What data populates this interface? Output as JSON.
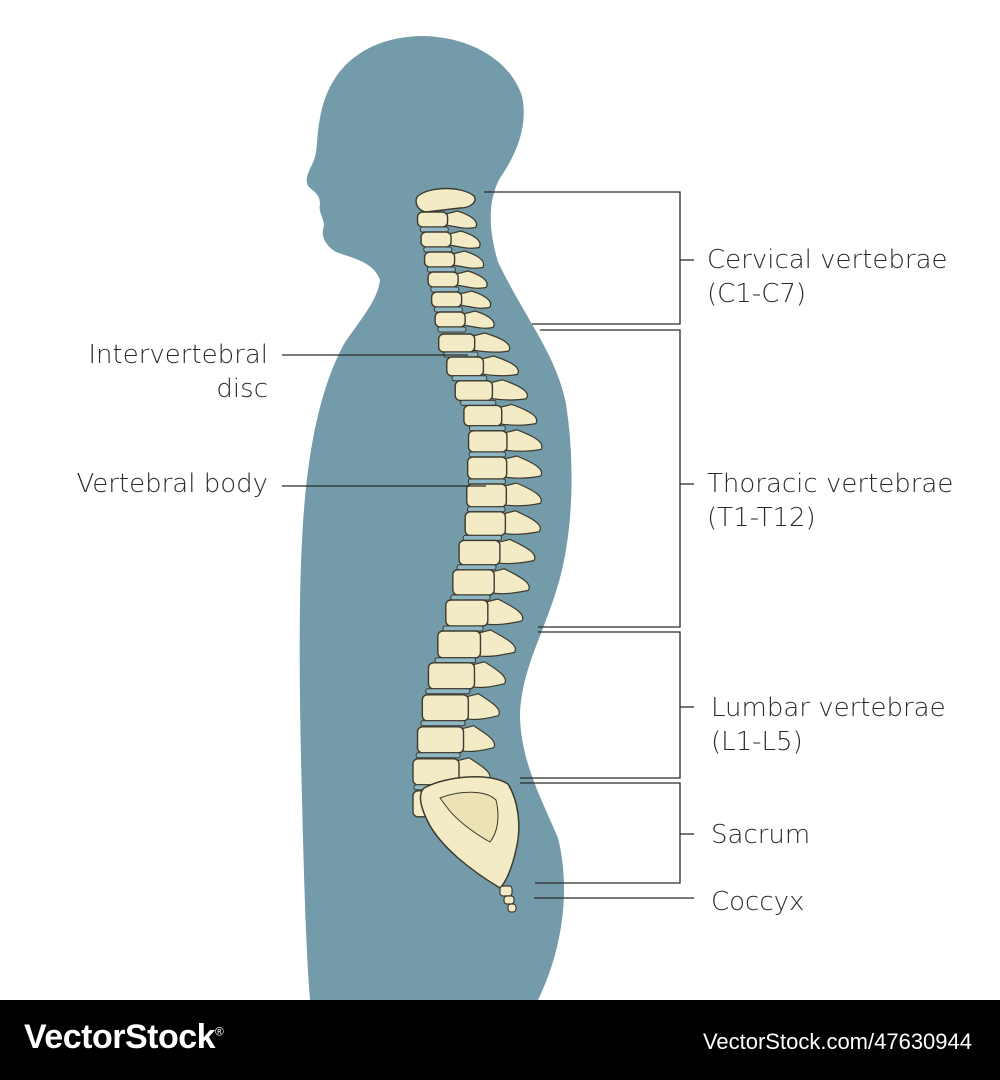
{
  "colors": {
    "silhouette": "#749ba9",
    "bone": "#f3ebc6",
    "bone_outline": "#3c3a2e",
    "disc": "#8fb6c4",
    "leader": "#2a2a2a",
    "footer_bg": "#000000"
  },
  "labels": {
    "cervical": {
      "line1": "Cervical vertebrae",
      "line2": "(C1-C7)"
    },
    "thoracic": {
      "line1": "Thoracic vertebrae",
      "line2": "(T1-T12)"
    },
    "lumbar": {
      "line1": "Lumbar vertebrae",
      "line2": "(L1-L5)"
    },
    "sacrum": "Sacrum",
    "coccyx": "Coccyx",
    "intervertebral_disc": {
      "line1": "Intervertebral",
      "line2": "disc"
    },
    "vertebral_body": "Vertebral body"
  },
  "footer": {
    "brand": "VectorStock",
    "registered_mark": "®",
    "image_ref": "VectorStock.com/47630944"
  }
}
